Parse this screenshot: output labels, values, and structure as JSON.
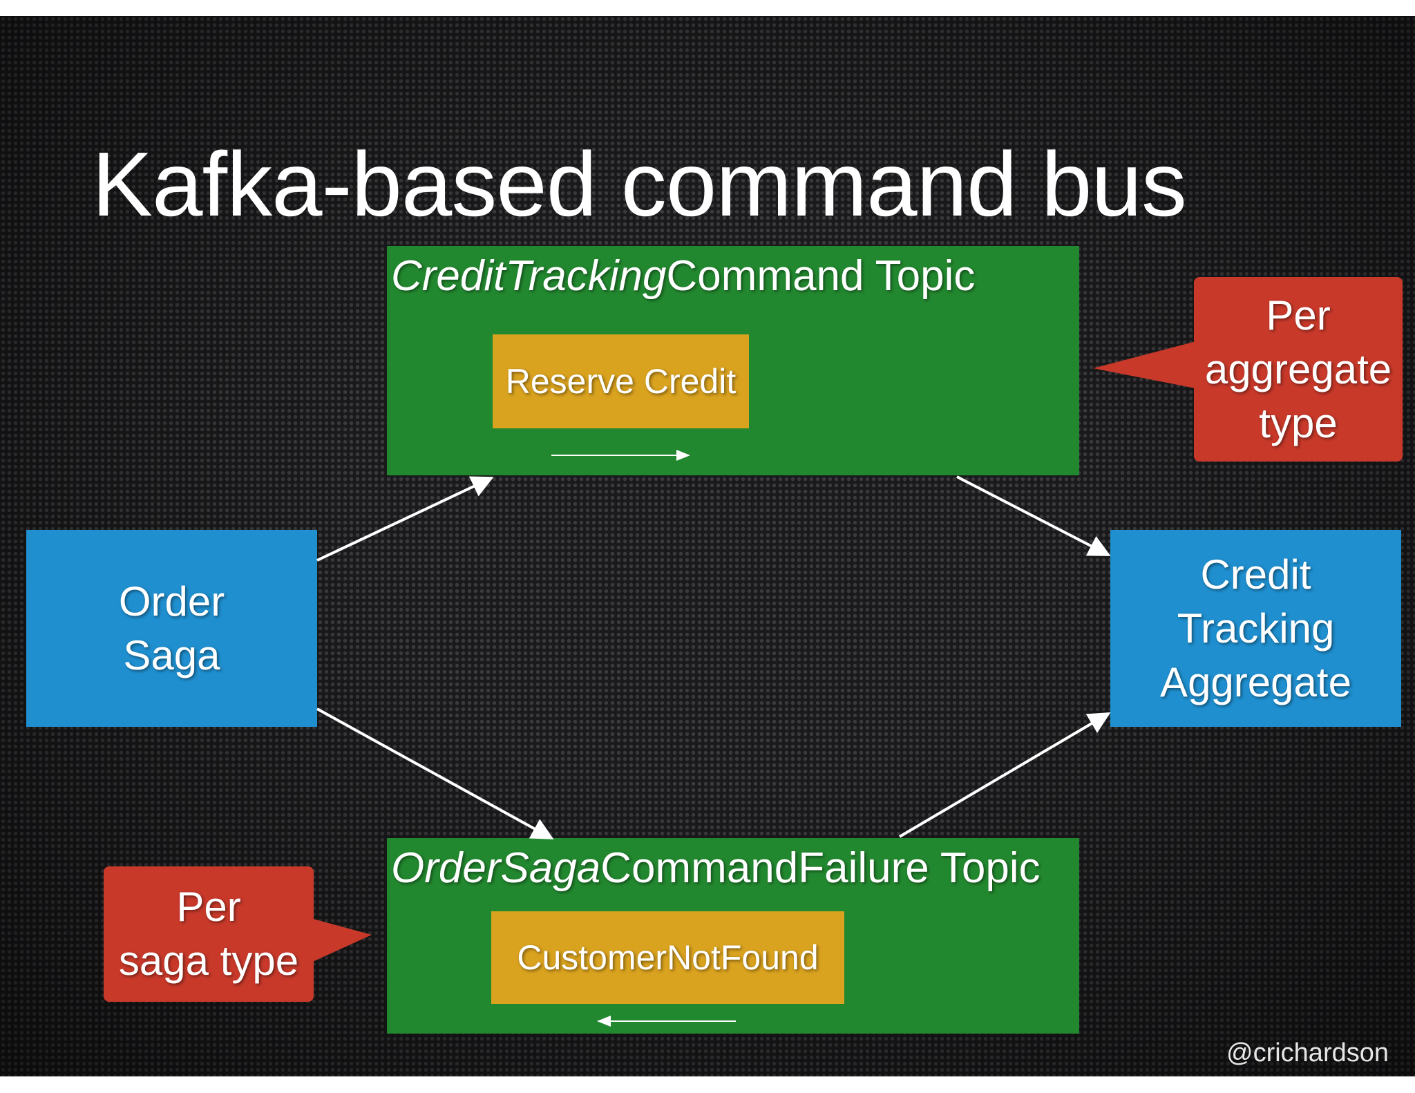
{
  "title": "Kafka-based command bus",
  "topics": {
    "credit": {
      "title_italic": "CreditTracking",
      "title_rest": "Command Topic",
      "message": "Reserve Credit"
    },
    "order": {
      "title_italic": "OrderSaga",
      "title_rest": "CommandFailure Topic",
      "message": "CustomerNotFound"
    }
  },
  "boxes": {
    "order_saga": [
      "Order",
      "Saga"
    ],
    "credit_tracking": [
      "Credit",
      "Tracking",
      "Aggregate"
    ]
  },
  "callouts": {
    "aggregate": [
      "Per",
      "aggregate",
      "type"
    ],
    "saga": [
      "Per",
      "saga type"
    ]
  },
  "handle": "@crichardson",
  "colors": {
    "topic": "#22882f",
    "message": "#d9a21f",
    "component": "#1f8fcf",
    "callout": "#c8392a",
    "background": "#1a1a1c"
  }
}
